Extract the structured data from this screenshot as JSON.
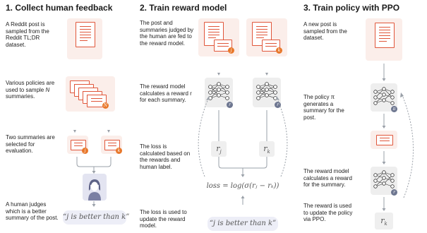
{
  "col1": {
    "title": "1. Collect human feedback",
    "desc1": "A Reddit post is sampled from the Reddit TL;DR dataset.",
    "desc2_a": "Various policies are used to sample ",
    "desc2_n": "N",
    "desc2_b": " summaries.",
    "desc3": "Two summaries are selected for evaluation.",
    "desc4": "A human judges which is a better summary of the post.",
    "badge_n": "N",
    "badge_j": "j",
    "badge_k": "k",
    "quote": "“j is better than k”"
  },
  "col2": {
    "title": "2. Train reward model",
    "desc1": "The post and summaries judged by the human are fed to the reward model.",
    "desc2": "The reward model calculates a reward r for each summary.",
    "desc3": "The loss is calculated based on the rewards and human label.",
    "desc4": "The loss is used to update the reward model.",
    "badge_j": "j",
    "badge_k": "k",
    "badge_r": "r",
    "rj": "r",
    "rj_sub": "j",
    "rk": "r",
    "rk_sub": "k",
    "loss": "loss = log(σ(rⱼ − rₖ))",
    "quote": "“j is better than k”"
  },
  "col3": {
    "title": "3. Train policy with PPO",
    "desc1": "A new post is sampled from the dataset.",
    "desc2": "The policy π generates a summary for the post.",
    "desc3": "The reward model calculates a reward for the summary.",
    "desc4": "The reward is used to update the policy via PPO.",
    "badge_pi": "π",
    "badge_r": "r",
    "rk": "r",
    "rk_sub": "k"
  },
  "colors": {
    "accent": "#e0563a",
    "panel": "#fbeeea",
    "badge_orange": "#e8782b",
    "badge_grey": "#6d7690",
    "quote_bg": "#edeef7",
    "line": "#9aa0a8"
  }
}
